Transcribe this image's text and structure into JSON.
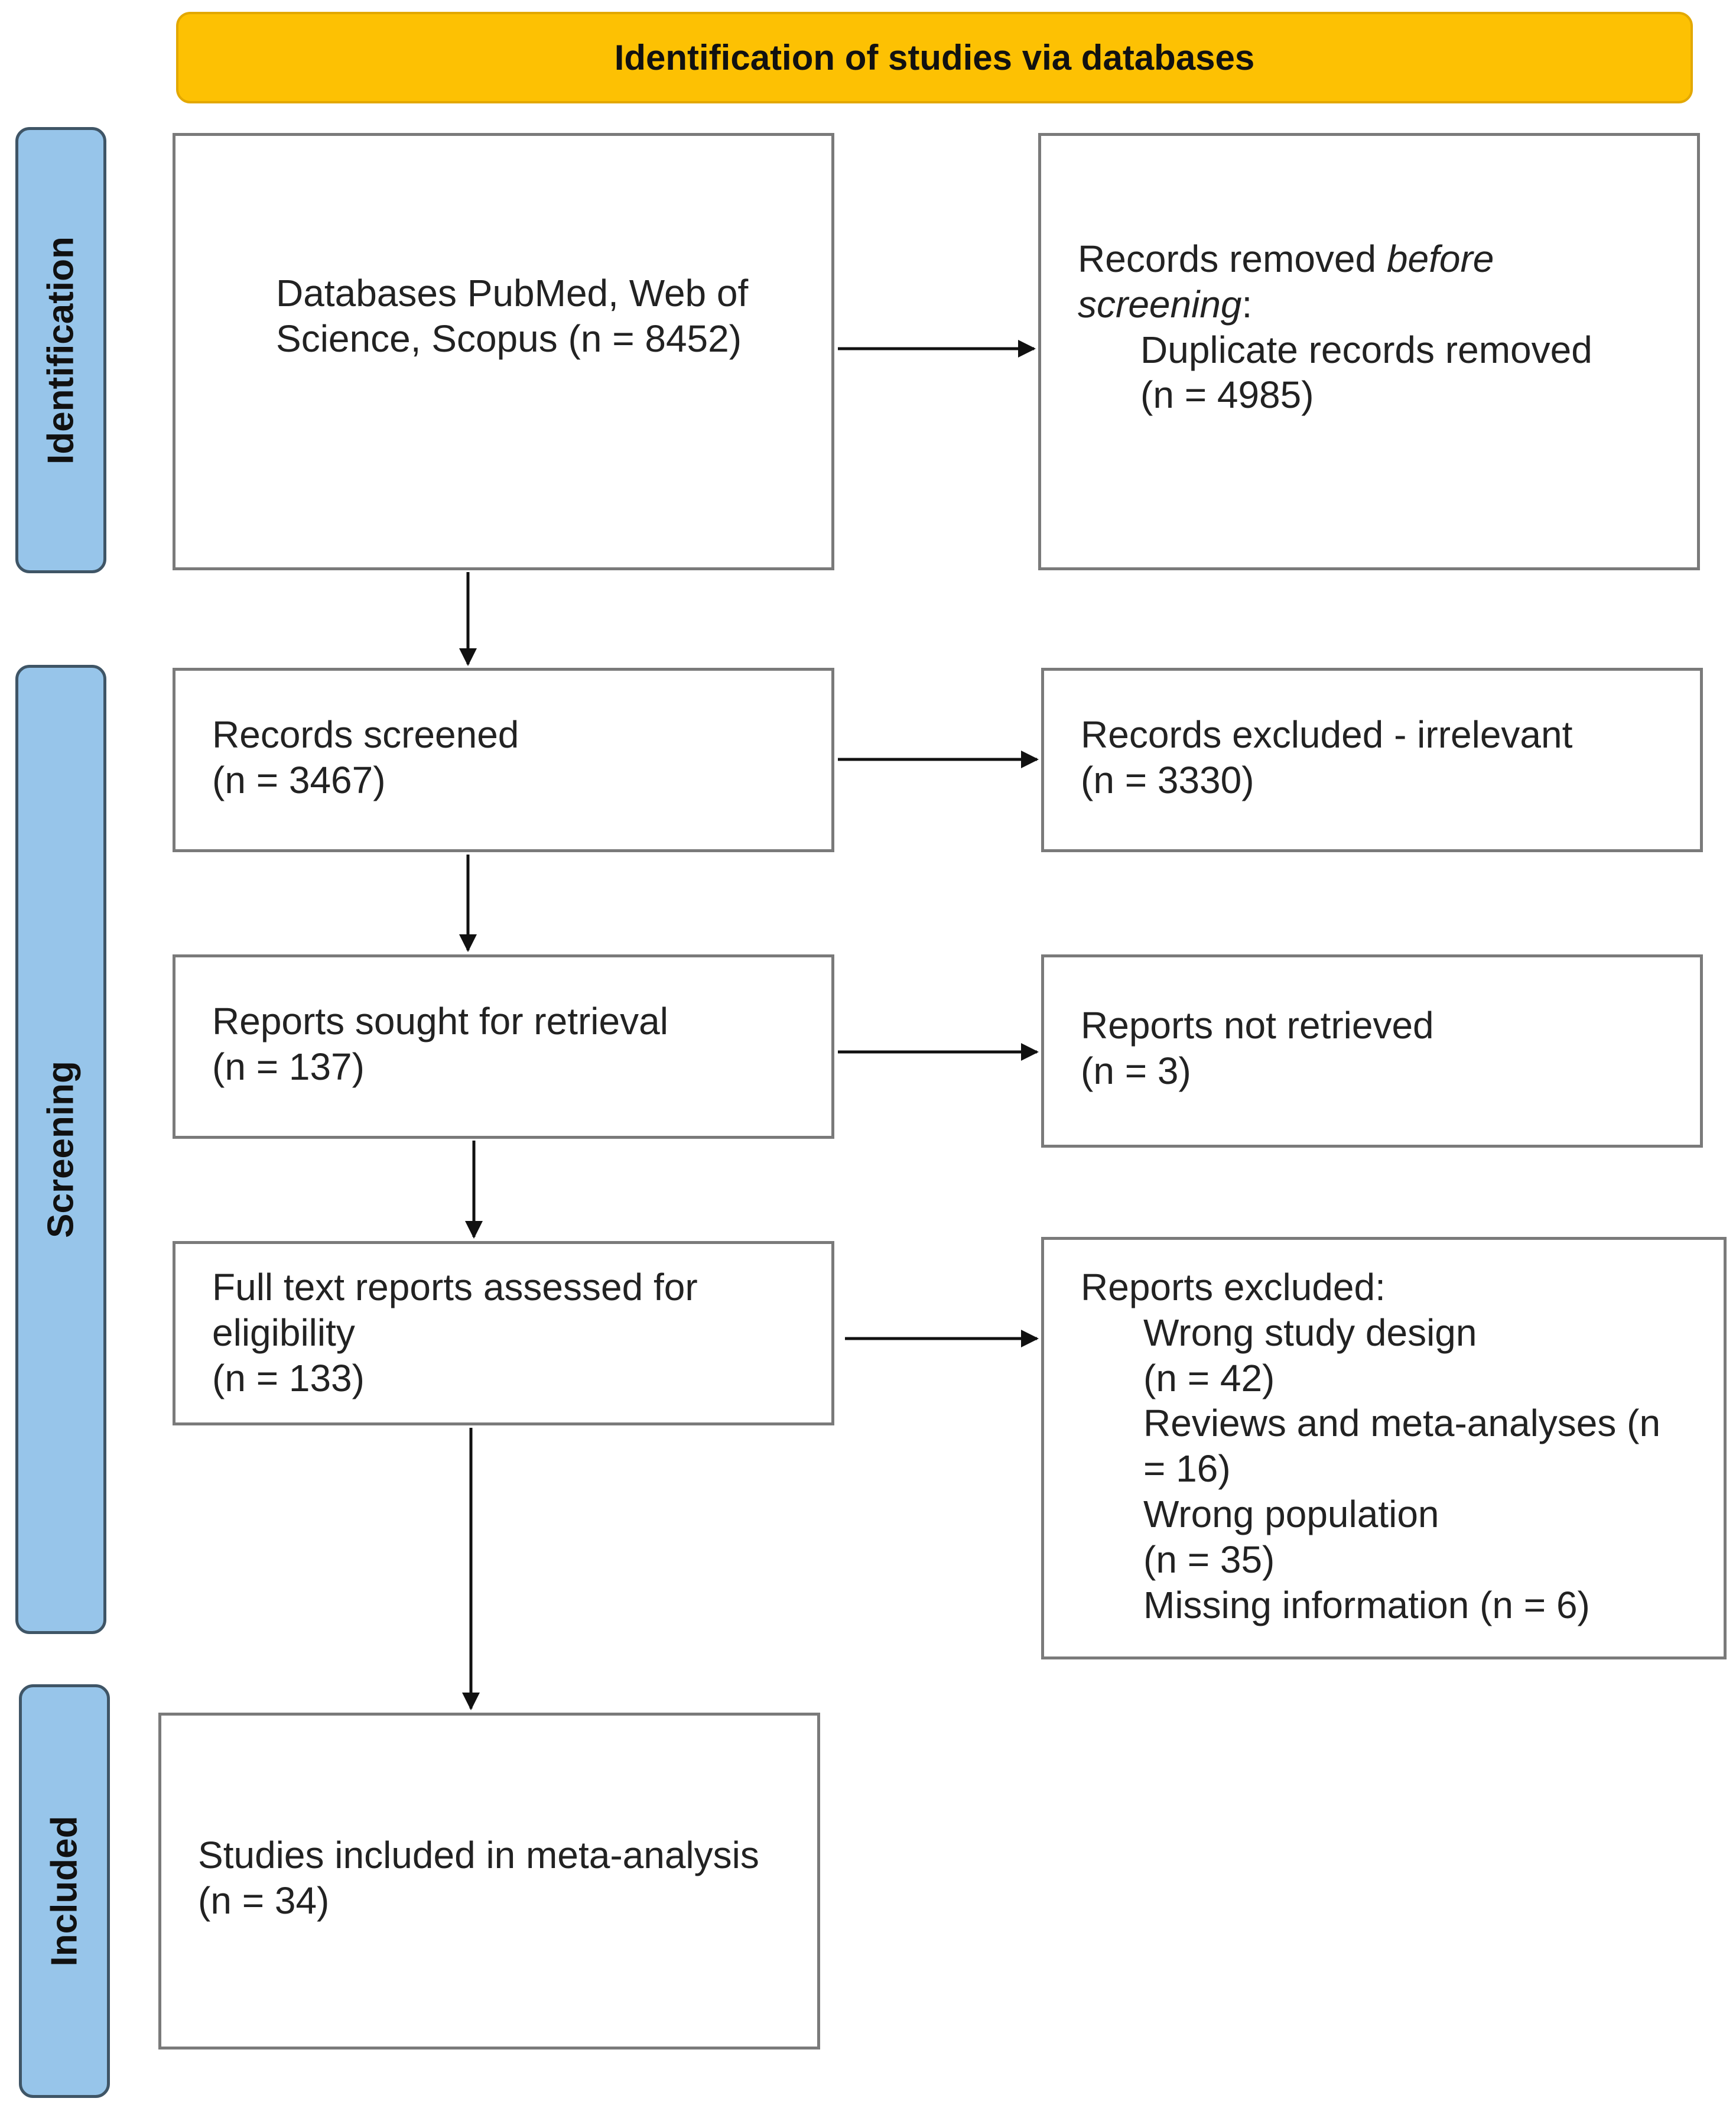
{
  "header": {
    "title": "Identification of studies via databases"
  },
  "stages": {
    "identification": "Identification",
    "screening": "Screening",
    "included": "Included"
  },
  "boxes": {
    "databases": {
      "line1": "Databases PubMed, Web of",
      "line2": "Science, Scopus (n = 8452)"
    },
    "removed_before": {
      "prefix": "Records removed ",
      "prefix_italic": "before",
      "line2_italic": "screening",
      "line2_colon": ":",
      "item": "Duplicate records removed",
      "item_count": "(n = 4985)"
    },
    "screened": {
      "label": "Records screened",
      "count": "(n = 3467)"
    },
    "excluded_irrelevant": {
      "label": "Records excluded - irrelevant",
      "count": "(n = 3330)"
    },
    "sought": {
      "label": "Reports sought for retrieval",
      "count": "(n = 137)"
    },
    "not_retrieved": {
      "label": "Reports not retrieved",
      "count": "(n = 3)"
    },
    "assessed": {
      "line1": "Full text reports assessed for",
      "line2": "eligibility",
      "count": "(n = 133)"
    },
    "reports_excluded": {
      "title": "Reports excluded:",
      "items": [
        {
          "line1": "Wrong study design",
          "line2": "(n = 42)"
        },
        {
          "line1": "Reviews and meta-analyses (n",
          "line2": "= 16)"
        },
        {
          "line1": "Wrong population",
          "line2": "(n = 35)"
        },
        {
          "line1": "Missing information (n = 6)"
        }
      ]
    },
    "included": {
      "label": "Studies included in meta-analysis",
      "count": "(n = 34)"
    }
  },
  "colors": {
    "header_fill": "#FDC103",
    "stage_fill": "#97C5EA",
    "box_border": "#7A7A7A",
    "arrow": "#111111"
  }
}
